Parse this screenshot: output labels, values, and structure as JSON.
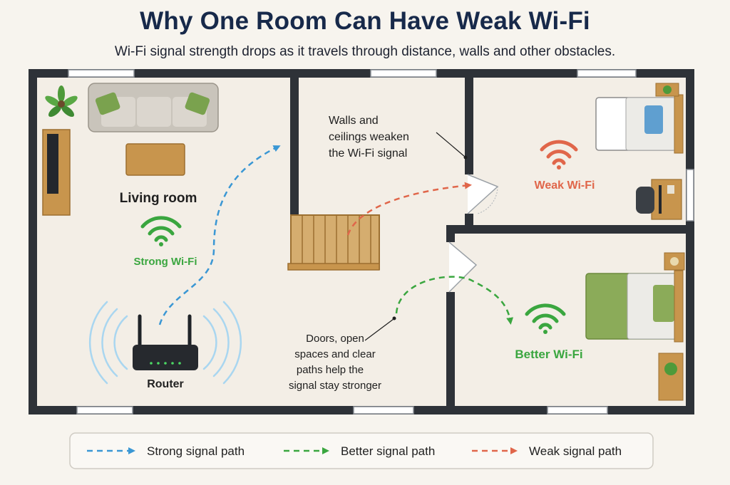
{
  "title": "Why One Room Can Have Weak Wi-Fi",
  "subtitle": "Wi-Fi signal strength drops as it travels through distance, walls and other obstacles.",
  "rooms": {
    "living": "Living room"
  },
  "signals": {
    "strong": "Strong Wi-Fi",
    "weak": "Weak Wi-Fi",
    "better": "Better Wi-Fi"
  },
  "router_label": "Router",
  "annotations": {
    "walls": [
      "Walls and",
      "ceilings weaken",
      "the Wi-Fi signal"
    ],
    "doors": [
      "Doors, open",
      "spaces and clear",
      "paths help the",
      "signal stay stronger"
    ]
  },
  "legend": {
    "strong": "Strong signal path",
    "better": "Better signal path",
    "weak": "Weak signal path"
  },
  "colors": {
    "strong": "#3a97d4",
    "better": "#3aa63f",
    "weak": "#e0664a",
    "wall": "#2e3238",
    "title": "#17294a"
  },
  "icons": [
    "wifi-icon",
    "router-icon",
    "plant-icon",
    "sofa-icon",
    "tv-icon",
    "bed-icon",
    "stairs-icon",
    "desk-icon",
    "door-icon",
    "window-icon"
  ]
}
